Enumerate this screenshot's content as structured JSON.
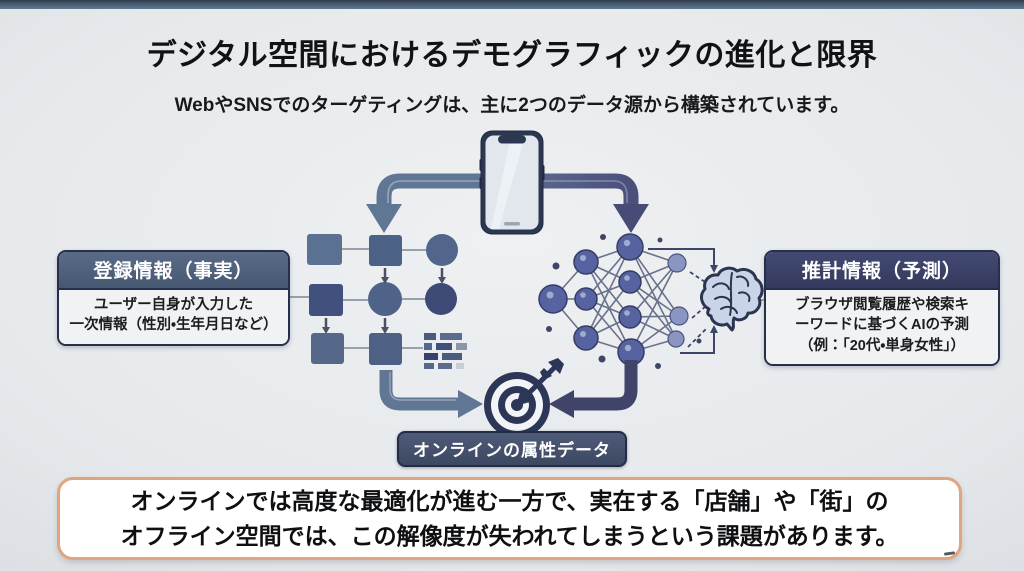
{
  "slide": {
    "title": "デジタル空間におけるデモグラフィックの進化と限界",
    "subtitle": "WebやSNSでのターゲティングは、主に2つのデータ源から構築されています。"
  },
  "left_box": {
    "header": "登録情報（事実）",
    "body_lines": [
      "ユーザー自身が入力した",
      "一次情報（性別・生年月日など）"
    ]
  },
  "right_box": {
    "header": "推計情報（予測）",
    "body_lines": [
      "ブラウザ閲覧履歴や検索キ",
      "ーワードに基づくAIの予測",
      "（例：「20代・単身女性」）"
    ]
  },
  "center_label": "オンラインの属性データ",
  "bottom_note": {
    "lines": [
      "オンラインでは高度な最適化が進む一方で、実在する「店舗」や「街」の",
      "オフライン空間では、この解像度が失われてしまうという課題があります。"
    ]
  },
  "icons": {
    "source_device": "smartphone-icon",
    "left_branch": "arrow-down-left-icon",
    "right_branch": "arrow-down-right-icon",
    "registered_data": "flowchart-icon",
    "data_rows": "bar-data-icon",
    "inferred_data": "neural-network-icon",
    "ai": "brain-icon",
    "merge": "target-icon"
  },
  "colors": {
    "background_center": "#eef0f2",
    "background_edge": "#c1c7ce",
    "top_strip": "#46596c",
    "title_text": "#101214",
    "left_header_bg": "#4e5f7c",
    "right_header_bg": "#383e62",
    "box_border": "#26304c",
    "box_body_bg": "#f0f2f4",
    "center_label_bg": "#45526d",
    "note_border": "#dfa57e",
    "note_bg": "#ffffff",
    "arrow_left": "#5f7694",
    "arrow_right": "#474c77",
    "target_navy": "#2c3758",
    "brain_fill": "#c9d4e8"
  }
}
